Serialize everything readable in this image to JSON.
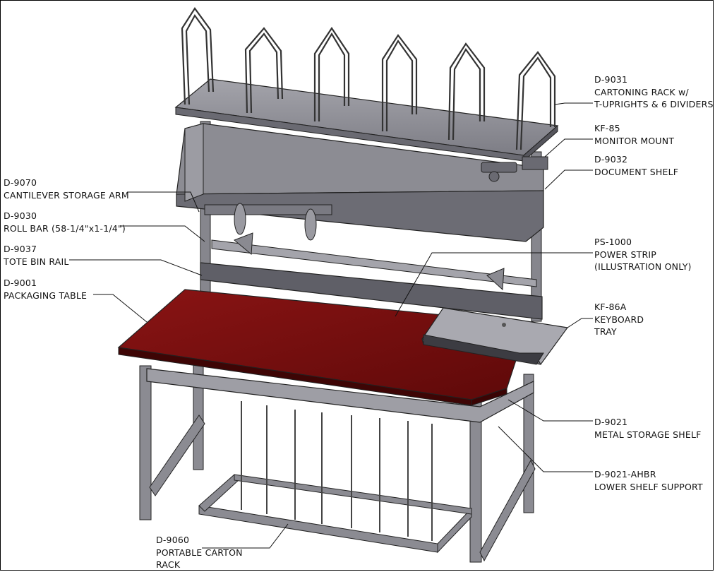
{
  "labels": {
    "cartoning_rack": {
      "code": "D-9031",
      "line1": "CARTONING RACK w/",
      "line2": "T-UPRIGHTS & 6 DIVIDERS"
    },
    "monitor_mount": {
      "code": "KF-85",
      "line1": "MONITOR MOUNT"
    },
    "document_shelf": {
      "code": "D-9032",
      "line1": "DOCUMENT SHELF"
    },
    "cantilever_arm": {
      "code": "D-9070",
      "line1": "CANTILEVER STORAGE ARM"
    },
    "roll_bar": {
      "code": "D-9030",
      "line1": "ROLL BAR (58-1/4\"x1-1/4\")"
    },
    "tote_bin_rail": {
      "code": "D-9037",
      "line1": "TOTE BIN RAIL"
    },
    "packaging_table": {
      "code": "D-9001",
      "line1": "PACKAGING TABLE"
    },
    "power_strip": {
      "code": "PS-1000",
      "line1": "POWER STRIP",
      "line2": "(ILLUSTRATION ONLY)"
    },
    "keyboard_tray": {
      "code": "KF-86A",
      "line1": "KEYBOARD",
      "line2": "TRAY"
    },
    "storage_shelf": {
      "code": "D-9021",
      "line1": "METAL STORAGE SHELF"
    },
    "lower_shelf_support": {
      "code": "D-9021-AHBR",
      "line1": "LOWER SHELF SUPPORT"
    },
    "carton_rack": {
      "code": "D-9060",
      "line1": "PORTABLE CARTON",
      "line2": "RACK"
    }
  },
  "colors": {
    "tabletop": "#7a0e0e",
    "metal": "#8f8f96",
    "metal_dark": "#5c5c63",
    "metal_light": "#b9b9c0",
    "line": "#222222"
  }
}
